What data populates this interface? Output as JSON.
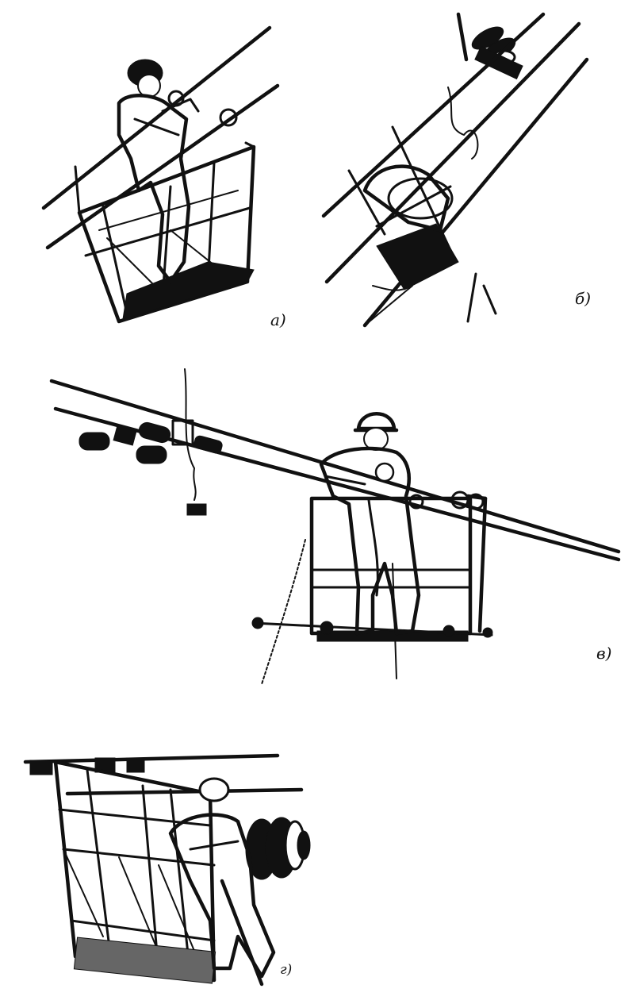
{
  "figures": [
    {
      "id": "a",
      "label": "а)"
    },
    {
      "id": "b",
      "label": "б)"
    },
    {
      "id": "v",
      "label": "в)"
    },
    {
      "id": "g",
      "label": "г)"
    }
  ]
}
